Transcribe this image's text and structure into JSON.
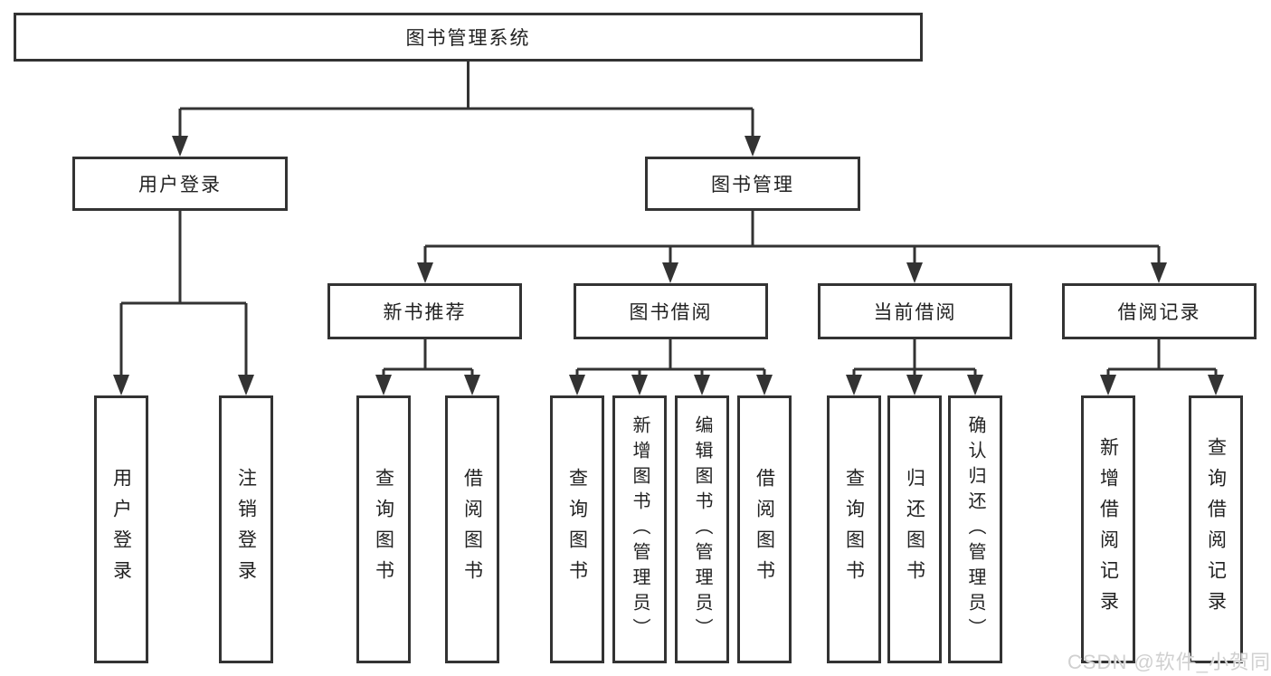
{
  "diagram": {
    "root": {
      "label": "图书管理系统"
    },
    "level2": [
      {
        "label": "用户登录"
      },
      {
        "label": "图书管理"
      }
    ],
    "level3": [
      {
        "label": "新书推荐"
      },
      {
        "label": "图书借阅"
      },
      {
        "label": "当前借阅"
      },
      {
        "label": "借阅记录"
      }
    ],
    "leaves": {
      "user_login": [
        {
          "label": "用户登录"
        },
        {
          "label": "注销登录"
        }
      ],
      "new_book_recommend": [
        {
          "label": "查询图书"
        },
        {
          "label": "借阅图书"
        }
      ],
      "book_borrow": [
        {
          "label": "查询图书"
        },
        {
          "label": "新增图书（管理员）"
        },
        {
          "label": "编辑图书（管理员）"
        },
        {
          "label": "借阅图书"
        }
      ],
      "current_borrow": [
        {
          "label": "查询图书"
        },
        {
          "label": "归还图书"
        },
        {
          "label": "确认归还（管理员）"
        }
      ],
      "borrow_records": [
        {
          "label": "新增借阅记录"
        },
        {
          "label": "查询借阅记录"
        }
      ]
    }
  },
  "watermark": {
    "text": "CSDN @软件_小贺同学"
  },
  "colors": {
    "line": "#333333",
    "box_border": "#333333",
    "text": "#222222",
    "background": "#ffffff",
    "watermark": "#cecece"
  }
}
